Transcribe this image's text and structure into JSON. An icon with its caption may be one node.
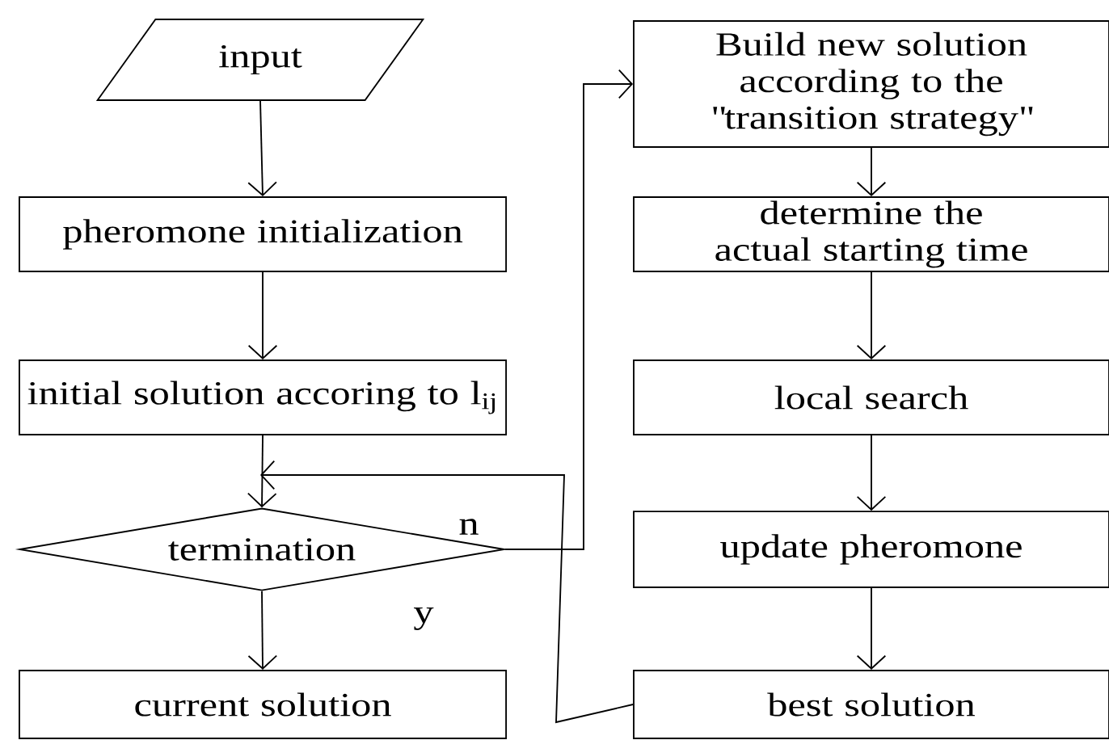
{
  "diagram": {
    "nodes": [
      {
        "text": [
          "input"
        ]
      },
      {
        "text": [
          "pheromone initialization"
        ]
      },
      {
        "text": [
          "initial solution accoring to l$_{ij}$"
        ]
      },
      {
        "text": [
          "termination"
        ]
      },
      {
        "text": [
          "current solution"
        ]
      },
      {
        "text": [
          "Build new solution according to the \"transition strategy\""
        ]
      },
      {
        "text": [
          "determine the actual starting time"
        ]
      },
      {
        "text": [
          "local search"
        ]
      },
      {
        "text": [
          "update pheromone"
        ]
      },
      {
        "text": [
          "best solution"
        ]
      }
    ],
    "edges": [
      {
        "from": 0,
        "to": 1,
        "arrow": "to"
      },
      {
        "from": 1,
        "to": 2,
        "arrow": "to"
      },
      {
        "from": 2,
        "to": 3,
        "arrow": "to"
      },
      {
        "from": 3,
        "to": 4,
        "label": "y",
        "arrow": "to"
      },
      {
        "from": 3,
        "to": 5,
        "label": "n",
        "arrow": "to"
      },
      {
        "from": 5,
        "to": 6,
        "arrow": "to"
      },
      {
        "from": 6,
        "to": 7,
        "arrow": "to"
      },
      {
        "from": 7,
        "to": 8,
        "arrow": "to"
      },
      {
        "from": 8,
        "to": 9,
        "arrow": "to"
      },
      {
        "from": 9,
        "to": 3,
        "arrow": "to"
      }
    ]
  }
}
